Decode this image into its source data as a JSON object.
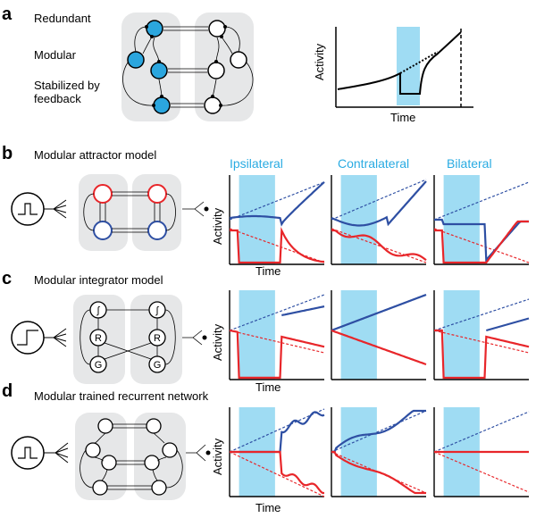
{
  "panels": {
    "a": {
      "label": "a",
      "rows": [
        "Redundant",
        "Modular",
        "Stabilized by",
        "feedback"
      ],
      "plot": {
        "ylabel": "Activity",
        "xlabel": "Time"
      }
    },
    "b": {
      "label": "b",
      "title": "Modular attractor model"
    },
    "c": {
      "label": "c",
      "title": "Modular integrator model",
      "nodes": [
        "∫",
        "R",
        "G"
      ]
    },
    "d": {
      "label": "d",
      "title": "Modular trained recurrent network"
    }
  },
  "columns": [
    "Ipsilateral",
    "Contralateral",
    "Bilateral"
  ],
  "axis": {
    "ylabel": "Activity",
    "xlabel": "Time"
  },
  "colors": {
    "blue_series": "#2e4fa3",
    "red_series": "#e8262a",
    "stim_band": "#9fdcf3",
    "module_bg": "#e6e7e8",
    "node_fill": "#2ba6de",
    "col_title": "#29abe2"
  },
  "chart_data": [
    {
      "type": "line",
      "panel": "b",
      "column": "Ipsilateral",
      "series": [],
      "stim_band": [
        0.1,
        0.55
      ]
    },
    {
      "type": "line",
      "panel": "b",
      "column": "Contralateral",
      "series": [],
      "stim_band": [
        0.1,
        0.55
      ]
    },
    {
      "type": "line",
      "panel": "b",
      "column": "Bilateral",
      "series": [],
      "stim_band": [
        0.1,
        0.55
      ]
    },
    {
      "type": "line",
      "panel": "c",
      "column": "Ipsilateral",
      "series": [],
      "stim_band": [
        0.1,
        0.55
      ]
    },
    {
      "type": "line",
      "panel": "c",
      "column": "Contralateral",
      "series": [],
      "stim_band": [
        0.1,
        0.55
      ]
    },
    {
      "type": "line",
      "panel": "c",
      "column": "Bilateral",
      "series": [],
      "stim_band": [
        0.1,
        0.55
      ]
    },
    {
      "type": "line",
      "panel": "d",
      "column": "Ipsilateral",
      "series": [],
      "stim_band": [
        0.1,
        0.55
      ]
    },
    {
      "type": "line",
      "panel": "d",
      "column": "Contralateral",
      "series": [],
      "stim_band": [
        0.1,
        0.55
      ]
    },
    {
      "type": "line",
      "panel": "d",
      "column": "Bilateral",
      "series": [],
      "stim_band": [
        0.1,
        0.55
      ]
    }
  ]
}
